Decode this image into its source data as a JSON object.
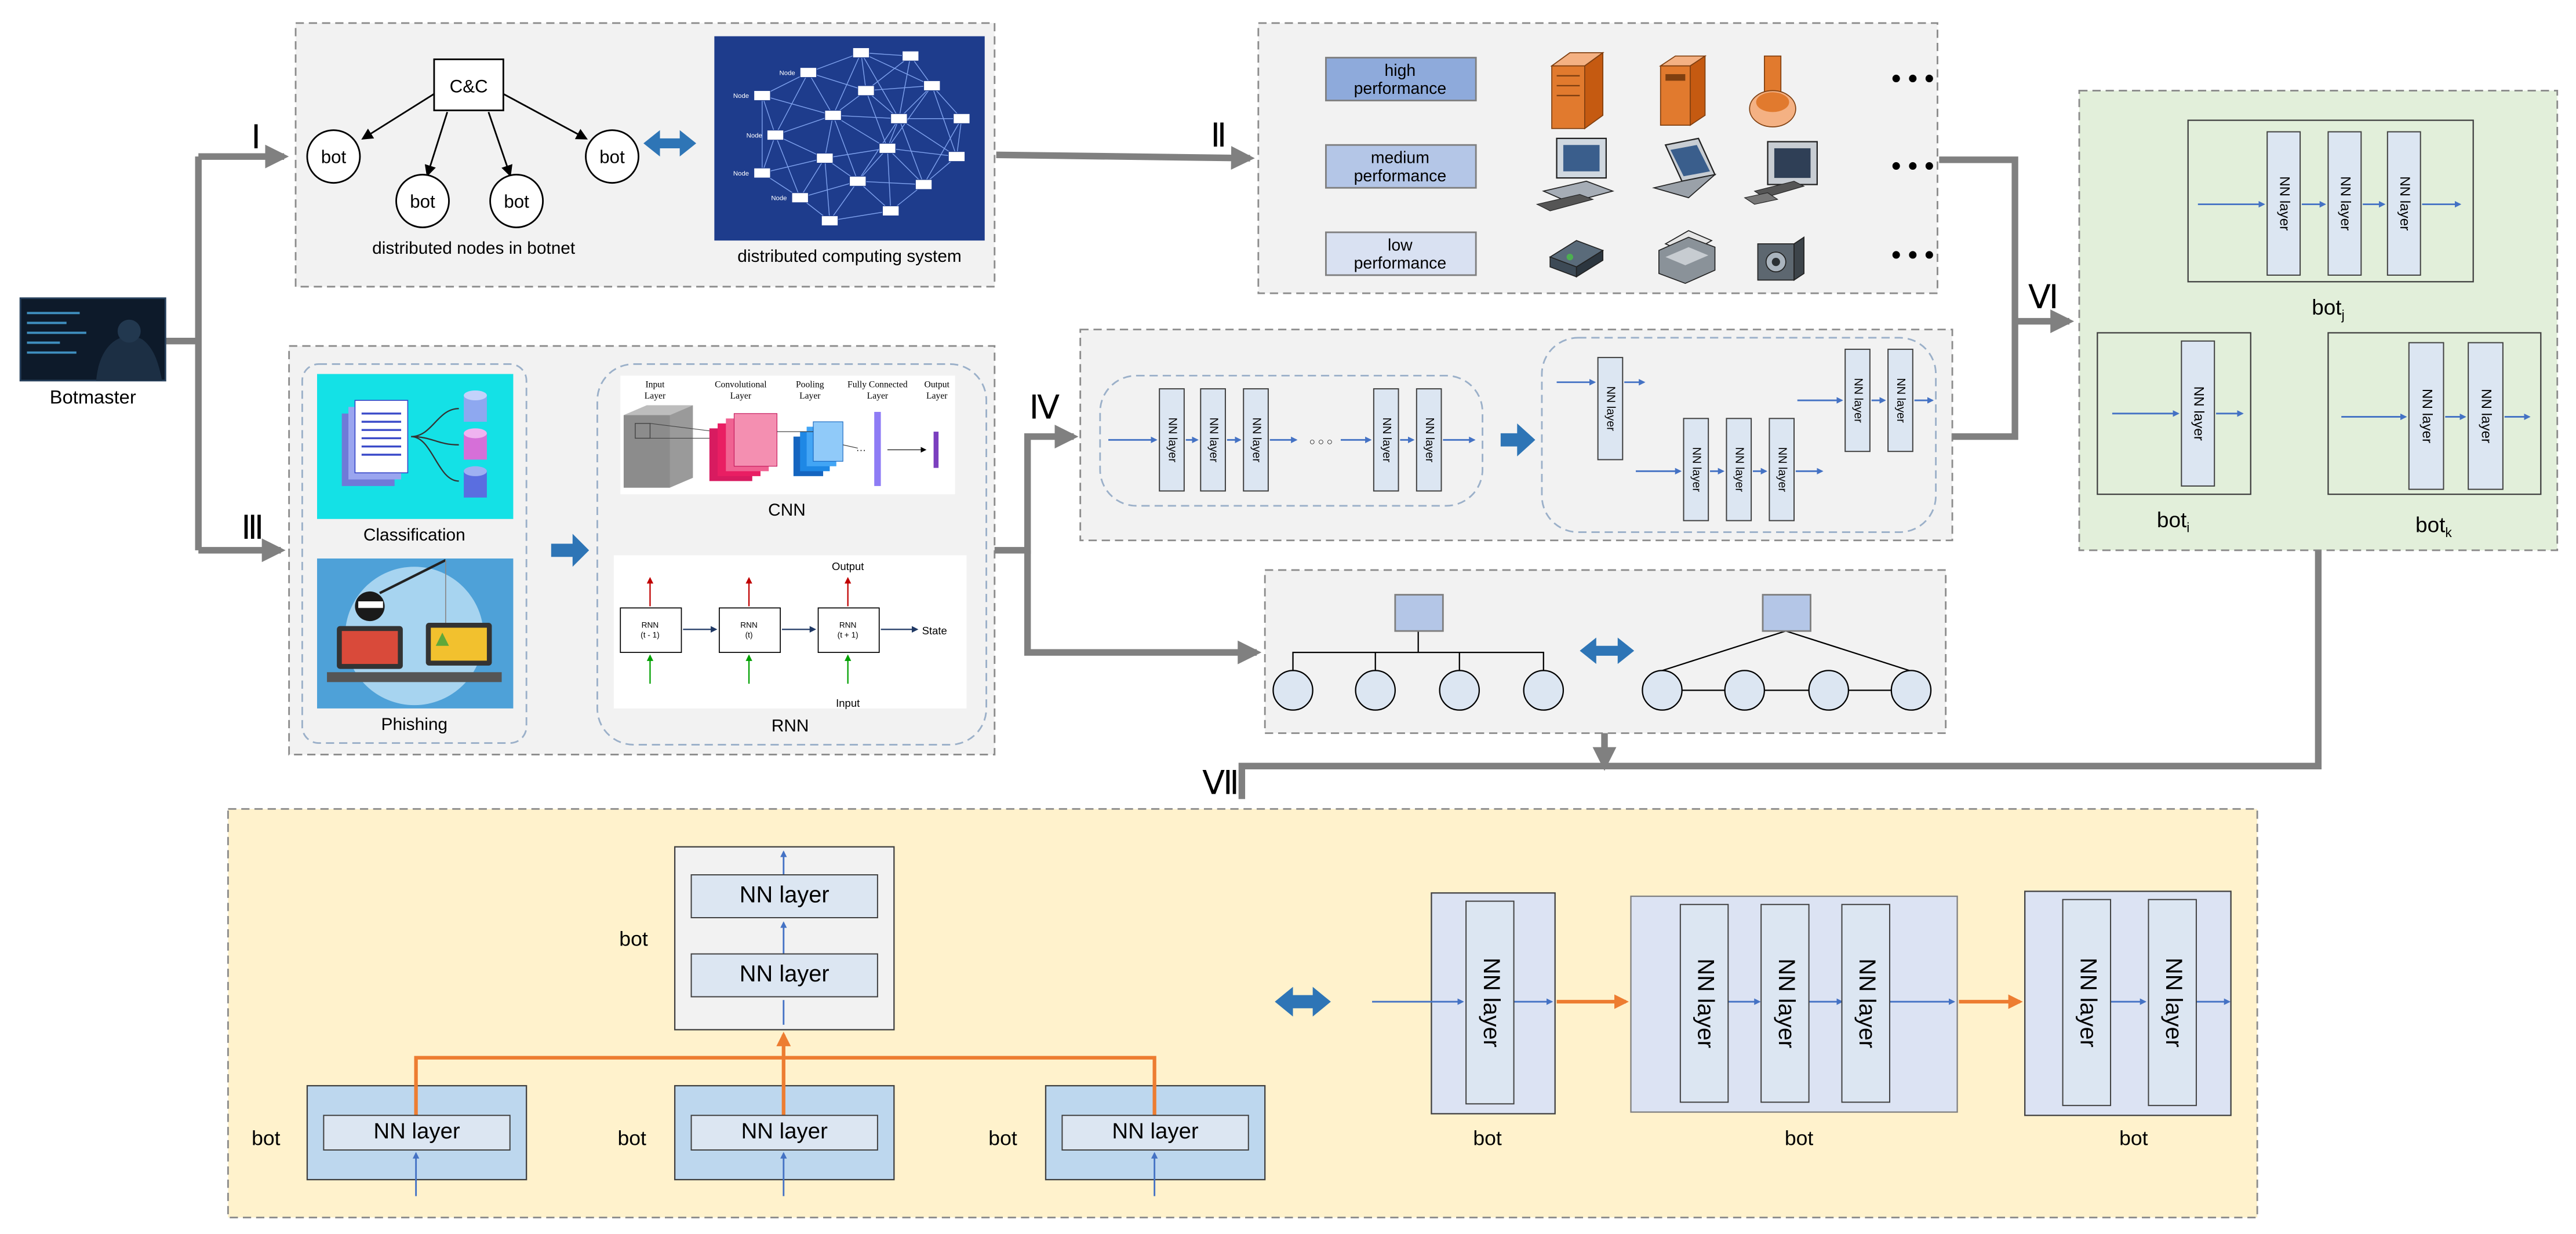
{
  "roman": {
    "i": "Ⅰ",
    "ii": "Ⅱ",
    "iii": "Ⅲ",
    "iv": "Ⅳ",
    "vi": "Ⅵ",
    "vii": "Ⅶ"
  },
  "botmaster": {
    "label": "Botmaster"
  },
  "botnet": {
    "cc": "C&C",
    "bot": "bot",
    "caption": "distributed nodes in botnet"
  },
  "dcs": {
    "caption": "distributed computing system",
    "node_label": "Node"
  },
  "performance": {
    "high": [
      "high",
      "performance"
    ],
    "medium": [
      "medium",
      "performance"
    ],
    "low": [
      "low",
      "performance"
    ],
    "ellipsis": "• • •"
  },
  "tasks": {
    "classification": "Classification",
    "phishing": "Phishing"
  },
  "cnn": {
    "caption": "CNN",
    "input_layer": [
      "Input",
      "Layer"
    ],
    "conv_layer": [
      "Convolutional",
      "Layer"
    ],
    "pool_layer": [
      "Pooling",
      "Layer"
    ],
    "fc_layer": [
      "Fully Connected",
      "Layer"
    ],
    "output_layer": [
      "Output",
      "Layer"
    ],
    "dots": "···"
  },
  "rnn": {
    "caption": "RNN",
    "output": "Output",
    "input": "Input",
    "state": "State",
    "cells": [
      [
        "RNN",
        "(t - 1)"
      ],
      [
        "RNN",
        "(t)"
      ],
      [
        "RNN",
        "(t + 1)"
      ]
    ]
  },
  "nn": {
    "layer": "NN layer",
    "dots": "○ ○ ○"
  },
  "bots": {
    "j": "bot",
    "j_sub": "j",
    "i": "bot",
    "i_sub": "i",
    "k": "bot",
    "k_sub": "k",
    "bot": "bot"
  },
  "colors": {
    "arrow_gray": "#808080",
    "accent_blue": "#2e75b6",
    "box_fill": "#f2f2f2",
    "green_fill": "#e2efda",
    "yellow_fill": "#fff2cc",
    "nn_fill": "#dce6f2",
    "orange": "#ed7d31"
  }
}
